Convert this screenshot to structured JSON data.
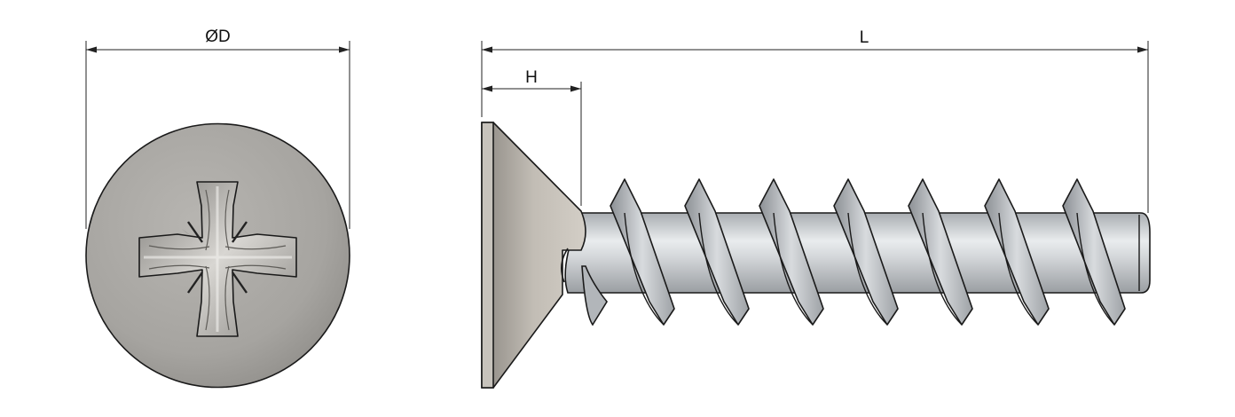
{
  "dimensions": {
    "diameter_label": "ØD",
    "head_height_label": "H",
    "length_label": "L"
  },
  "colors": {
    "head_face": "#a7a5a1",
    "shaft": "#c6c9cc",
    "thread": "#b9bcbf",
    "outline": "#1a1a1a"
  },
  "icons": {
    "drive": "pozidriv-cross-icon"
  }
}
